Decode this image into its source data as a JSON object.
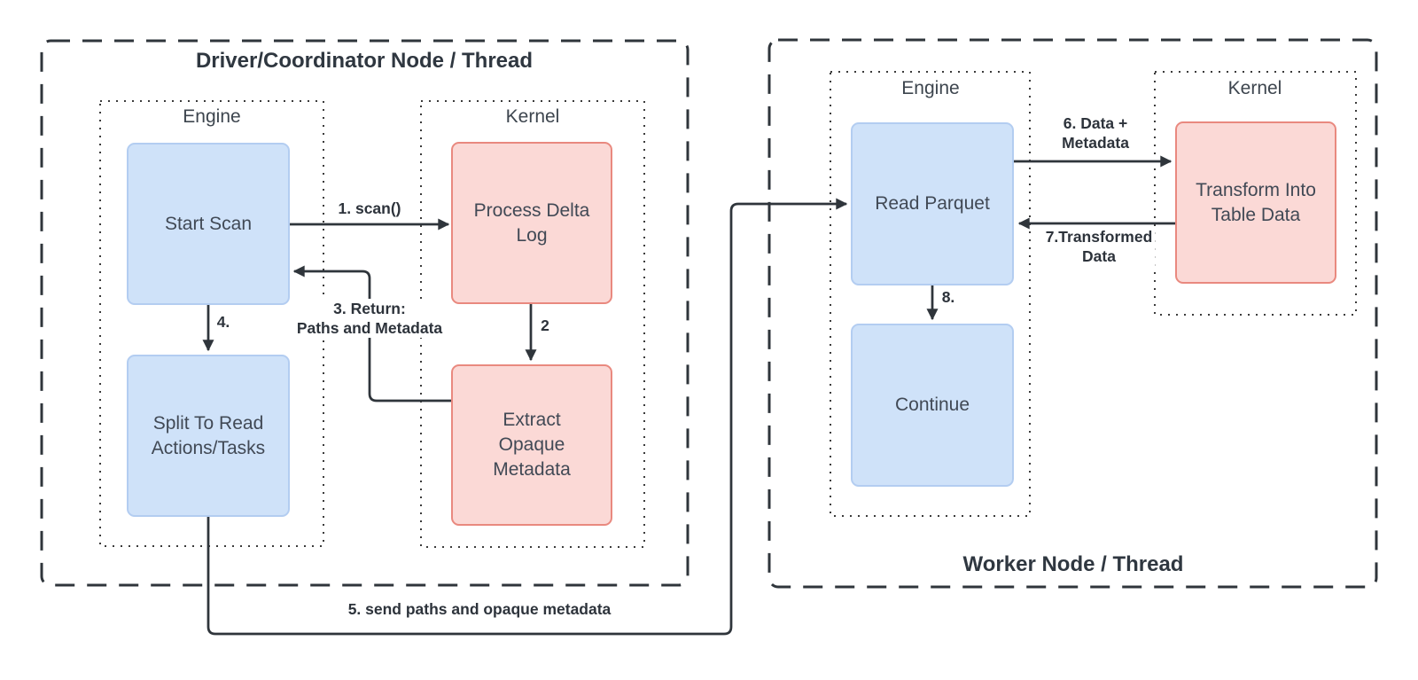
{
  "diagram": {
    "sections": {
      "driver": {
        "title": "Driver/Coordinator Node / Thread",
        "engine_label": "Engine",
        "kernel_label": "Kernel",
        "nodes": {
          "start_scan": "Start Scan",
          "split_tasks": "Split To Read Actions/Tasks",
          "process_delta_log": "Process Delta Log",
          "extract_metadata": "Extract Opaque Metadata"
        }
      },
      "worker": {
        "title": "Worker Node / Thread",
        "engine_label": "Engine",
        "kernel_label": "Kernel",
        "nodes": {
          "read_parquet": "Read Parquet",
          "continue_node": "Continue",
          "transform": "Transform Into Table Data"
        }
      }
    },
    "edges": {
      "scan": {
        "label": "1. scan()"
      },
      "two": {
        "label": "2"
      },
      "return_paths": {
        "line1": "3. Return:",
        "line2": "Paths and Metadata"
      },
      "four": {
        "label": "4."
      },
      "send_paths": {
        "label": "5. send paths and opaque metadata"
      },
      "data_metadata": {
        "line1": "6. Data +",
        "line2": "Metadata"
      },
      "transformed": {
        "line1": "7.Transformed",
        "line2": "Data"
      },
      "eight": {
        "label": "8."
      }
    },
    "colors": {
      "engine_node_fill": "#cfe2f9",
      "engine_node_border": "#b3cdf1",
      "kernel_node_fill": "#fbd9d6",
      "kernel_node_border": "#e9897f",
      "line": "#2f353b"
    }
  }
}
